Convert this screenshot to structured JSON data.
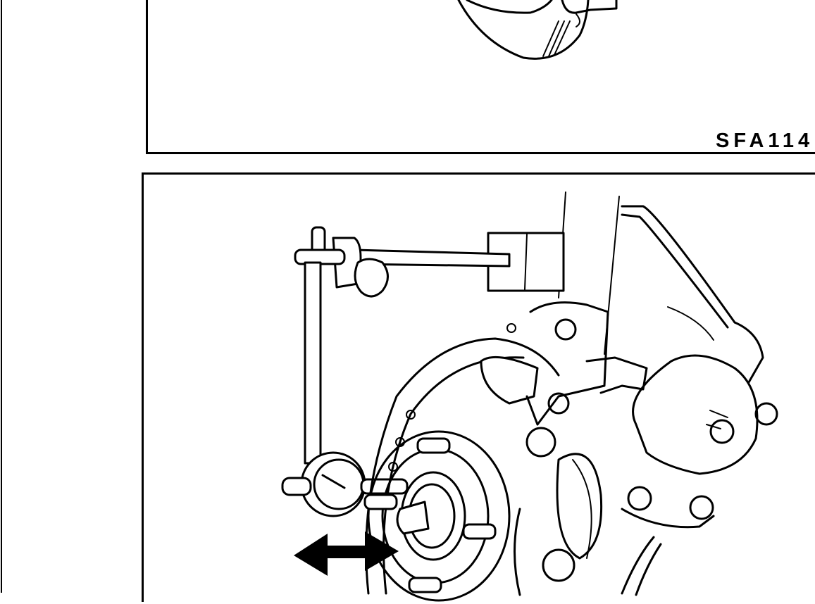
{
  "document": {
    "type": "service-manual-page",
    "figures": [
      {
        "id": "top",
        "caption": "SFA114",
        "content": "brake rotor / hub assembly (partially cropped at top)"
      },
      {
        "id": "bottom",
        "content": "dial indicator mounted on magnetic stand measuring wheel bearing axial end play on front hub with brake caliper",
        "annotations": {
          "arrow": "double-headed-arrow (axial direction)"
        }
      }
    ]
  },
  "colors": {
    "ink": "#000000",
    "paper": "#ffffff"
  }
}
